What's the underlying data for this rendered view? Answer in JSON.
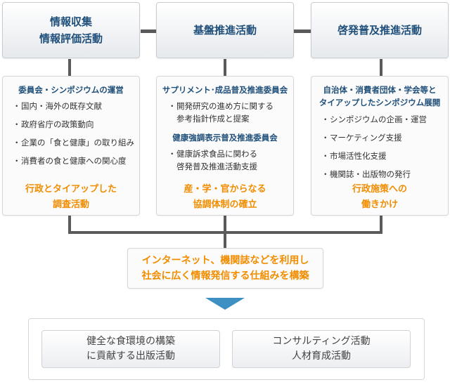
{
  "top": [
    {
      "lines": [
        "情報収集",
        "情報評価活動"
      ]
    },
    {
      "lines": [
        "基盤推進活動"
      ]
    },
    {
      "lines": [
        "啓発普及推進活動"
      ]
    }
  ],
  "columns": [
    {
      "sections": [
        {
          "title_lines": [
            "委員会・シンポジウムの運営"
          ],
          "items": [
            [
              "国内・海外の既存文献"
            ],
            [
              "政府省庁の政策動向"
            ],
            [
              "企業の「食と健康」の取り組み"
            ],
            [
              "消費者の食と健康への関心度"
            ]
          ]
        }
      ],
      "footer_lines": [
        "行政とタイアップした",
        "調査活動"
      ]
    },
    {
      "sections": [
        {
          "title_lines": [
            "サプリメント･成品普及推進委員会"
          ],
          "items": [
            [
              "開発研究の進め方に関する",
              "参考指針作成と提案"
            ]
          ]
        },
        {
          "title_lines": [
            "健康強調表示普及推進委員会"
          ],
          "items": [
            [
              "健康訴求食品に関わる",
              "啓発普及推進活動支援"
            ]
          ]
        }
      ],
      "footer_lines": [
        "産・学・官からなる",
        "協調体制の確立"
      ]
    },
    {
      "sections": [
        {
          "title_lines": [
            "自治体・消費者団体・学会等と",
            "タイアップしたシンポジウム展開"
          ],
          "items": [
            [
              "シンポジウムの企画・運営"
            ],
            [
              "マーケティング支援"
            ],
            [
              "市場活性化支援"
            ],
            [
              "機関誌・出版物の発行"
            ]
          ]
        }
      ],
      "footer_lines": [
        "行政施策への",
        "働きかけ"
      ]
    }
  ],
  "center": {
    "lines": [
      "インターネット、機関誌などを利用し",
      "社会に広く情報発信する仕組みを構築"
    ]
  },
  "bottom": [
    {
      "lines": [
        "健全な食環境の構築",
        "に貢献する出版活動"
      ]
    },
    {
      "lines": [
        "コンサルティング活動",
        "人材育成活動"
      ]
    }
  ],
  "colors": {
    "title_blue": "#1f4f7a",
    "accent_orange": "#f18d00",
    "arrow_blue": "#3d8fc4",
    "connector": "#5a5a5a"
  }
}
